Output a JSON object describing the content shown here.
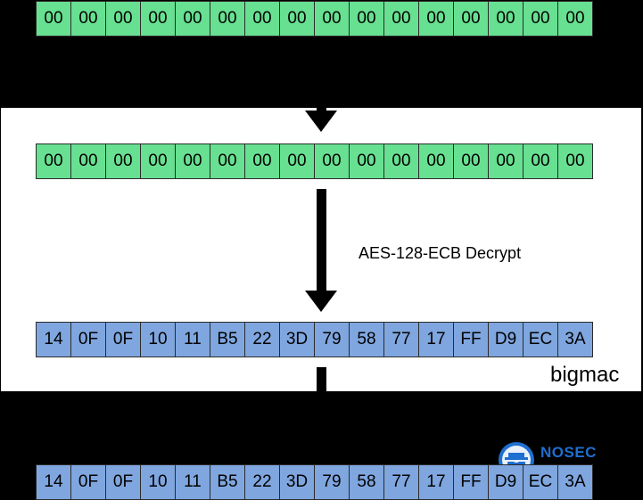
{
  "rows": {
    "top_input": [
      "00",
      "00",
      "00",
      "00",
      "00",
      "00",
      "00",
      "00",
      "00",
      "00",
      "00",
      "00",
      "00",
      "00",
      "00",
      "00"
    ],
    "middle_input": [
      "00",
      "00",
      "00",
      "00",
      "00",
      "00",
      "00",
      "00",
      "00",
      "00",
      "00",
      "00",
      "00",
      "00",
      "00",
      "00"
    ],
    "decrypted": [
      "14",
      "0F",
      "0F",
      "10",
      "11",
      "B5",
      "22",
      "3D",
      "79",
      "58",
      "77",
      "17",
      "FF",
      "D9",
      "EC",
      "3A"
    ],
    "bottom_output": [
      "14",
      "0F",
      "0F",
      "10",
      "11",
      "B5",
      "22",
      "3D",
      "79",
      "58",
      "77",
      "17",
      "FF",
      "D9",
      "EC",
      "3A"
    ]
  },
  "labels": {
    "operation": "AES-128-ECB Decrypt",
    "box_name": "bigmac"
  },
  "logo": {
    "text": "NOSEC"
  },
  "colors": {
    "green_cell": "#67e091",
    "blue_cell": "#7fa6df",
    "background": "#000000",
    "panel": "#ffffff",
    "logo": "#1e6fd0"
  }
}
